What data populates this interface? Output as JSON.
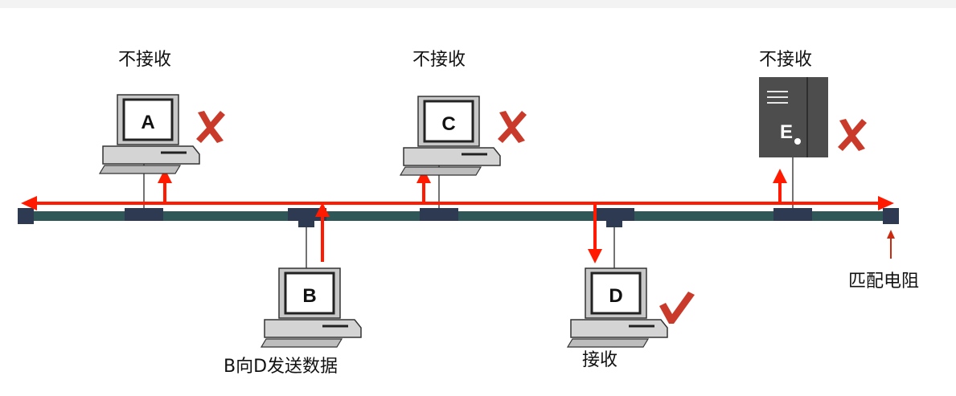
{
  "labels": {
    "a_status": "不接收",
    "c_status": "不接收",
    "e_status": "不接收",
    "d_status": "接收",
    "b_caption": "B向D发送数据",
    "terminator": "匹配电阻"
  },
  "nodes": {
    "a": "A",
    "b": "B",
    "c": "C",
    "d": "D",
    "e": "E"
  },
  "colors": {
    "bus": "#2f5757",
    "tap": "#2e3a52",
    "signal": "#ff1a00",
    "reject": "#c93a2a",
    "accept": "#c93a2a",
    "server": "#4d4d4d"
  }
}
